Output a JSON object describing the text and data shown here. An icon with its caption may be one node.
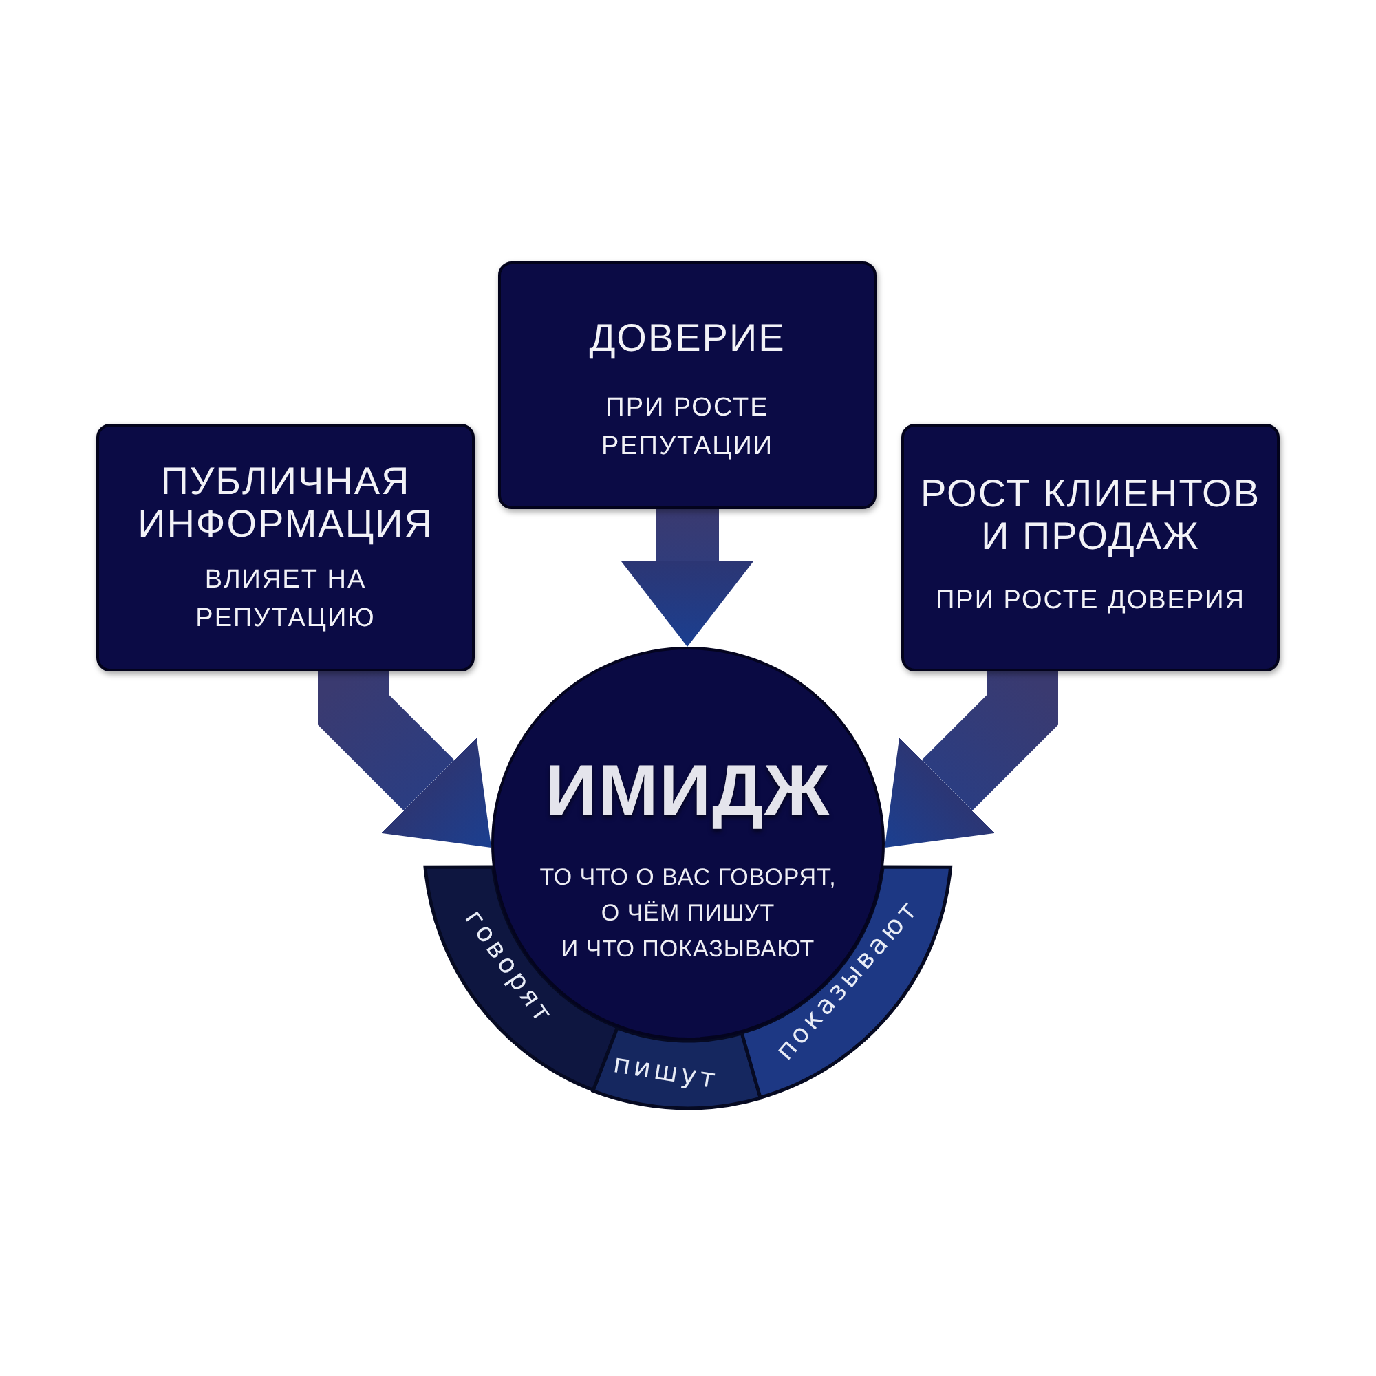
{
  "diagram": {
    "nodes": [
      {
        "text": [
          "ДОВЕРИЕ",
          "ПРИ РОСТЕ РЕПУТАЦИИ"
        ]
      },
      {
        "text": [
          "ПУБЛИЧНАЯ ИНФОРМАЦИЯ",
          "ВЛИЯЕТ НА РЕПУТАЦИЮ"
        ]
      },
      {
        "text": [
          "РОСТ КЛИЕНТОВ И ПРОДАЖ",
          "ПРИ РОСТЕ ДОВЕРИЯ"
        ]
      },
      {
        "text": [
          "ИМИДЖ",
          "ТО ЧТО О ВАС ГОВОРЯТ, О ЧЁМ ПИШУТ И ЧТО ПОКАЗЫВАЮТ"
        ]
      },
      {
        "text": [
          "говорят"
        ]
      },
      {
        "text": [
          "пишут"
        ]
      },
      {
        "text": [
          "показывают"
        ]
      }
    ],
    "edges": [
      {
        "from": 0,
        "to": 3,
        "arrow": "to",
        "style": "thick"
      },
      {
        "from": 1,
        "to": 3,
        "arrow": "to",
        "style": "thick"
      },
      {
        "from": 2,
        "to": 3,
        "arrow": "to",
        "style": "thick"
      }
    ]
  }
}
